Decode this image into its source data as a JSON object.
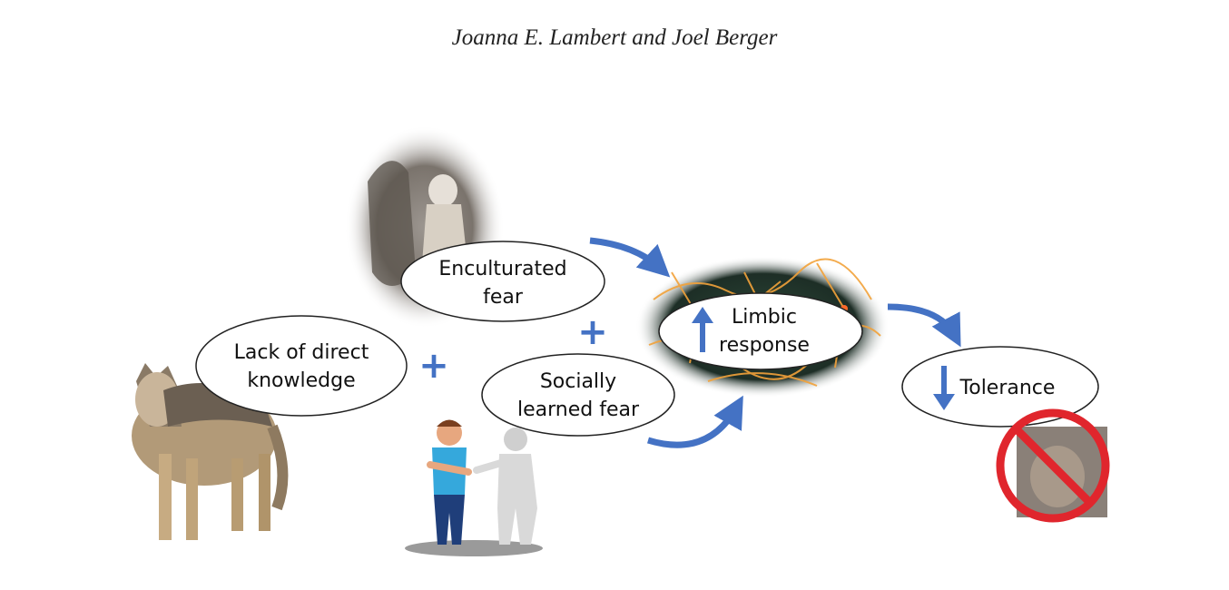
{
  "header": {
    "authors": "Joanna E. Lambert and Joel Berger"
  },
  "nodes": {
    "lack_of_knowledge": {
      "line1": "Lack of direct",
      "line2": "knowledge"
    },
    "enculturated_fear": {
      "line1": "Enculturated",
      "line2": "fear"
    },
    "socially_learned_fear": {
      "line1": "Socially",
      "line2": "learned fear"
    },
    "limbic_response": {
      "line1": "Limbic",
      "line2": "response"
    },
    "tolerance": {
      "line1": "Tolerance"
    }
  },
  "operators": {
    "plus_1": "+",
    "plus_2": "+"
  },
  "colors": {
    "arrow": "#4472c4",
    "outline": "#222222",
    "no_sign": "#e0262d"
  },
  "icons": [
    "wolf-photo-icon",
    "red-riding-hood-engraving-icon",
    "person-pointing-icon",
    "neuron-network-icon",
    "no-wolf-sign-icon"
  ]
}
